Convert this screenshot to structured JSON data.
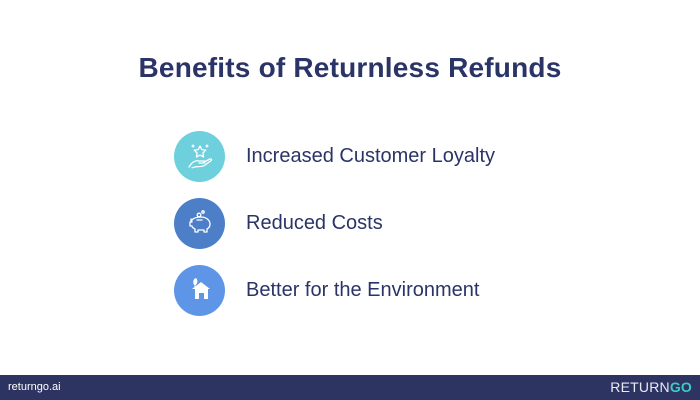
{
  "title": "Benefits of Returnless Refunds",
  "benefits": [
    {
      "label": "Increased Customer Loyalty",
      "icon": "hand-star-icon",
      "color": "#6dd0dc"
    },
    {
      "label": "Reduced Costs",
      "icon": "piggy-bank-icon",
      "color": "#4d7fc9"
    },
    {
      "label": "Better for the Environment",
      "icon": "eco-house-icon",
      "color": "#5f95e6"
    }
  ],
  "footer": {
    "url": "returngo.ai",
    "logo_main": "RETURN",
    "logo_accent": "GO"
  }
}
